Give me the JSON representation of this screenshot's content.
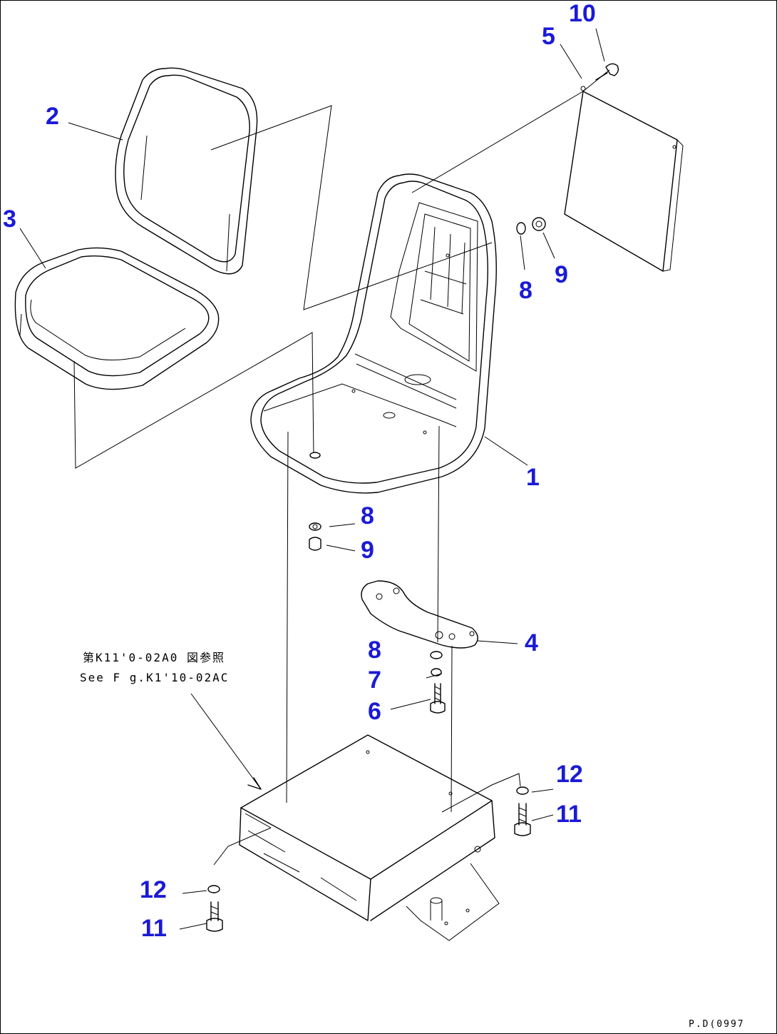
{
  "callouts": {
    "c1": "1",
    "c2": "2",
    "c3": "3",
    "c4": "4",
    "c5": "5",
    "c6": "6",
    "c7": "7",
    "c8a": "8",
    "c8b": "8",
    "c8c": "8",
    "c9a": "9",
    "c9b": "9",
    "c10": "10",
    "c11a": "11",
    "c11b": "11",
    "c12a": "12",
    "c12b": "12"
  },
  "reference_note": {
    "line1": "第K11'0-02A0 図参照",
    "line2": "See F g.K1'10-02AC"
  },
  "figure_code": "P.D(0997",
  "colors": {
    "callout": "#1a1ad6",
    "line": "#000000",
    "background": "#ffffff"
  }
}
